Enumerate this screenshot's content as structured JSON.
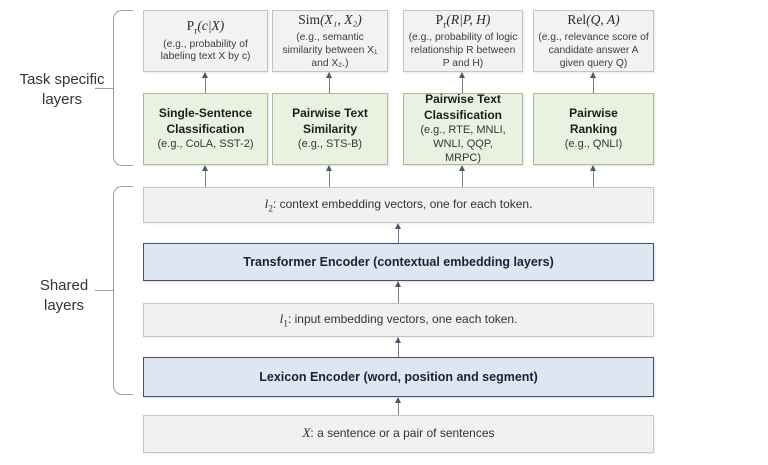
{
  "side_labels": {
    "task_specific": "Task specific layers",
    "shared": "Shared layers"
  },
  "output_heads": [
    {
      "formula_fn": "P",
      "formula_sub": "r",
      "formula_args": "(c|X)",
      "desc": "(e.g., probability of labeling text X by c)"
    },
    {
      "formula_fn": "Sim",
      "formula_sub": "",
      "formula_args": "(X₁, X₂)",
      "desc": "(e.g., semantic similarity between X₁ and X₂.)"
    },
    {
      "formula_fn": "P",
      "formula_sub": "r",
      "formula_args": "(R|P, H)",
      "desc": "(e.g., probability of logic relationship R between P and H)"
    },
    {
      "formula_fn": "Rel",
      "formula_sub": "",
      "formula_args": "(Q, A)",
      "desc": "(e.g., relevance score of candidate answer A given query Q)"
    }
  ],
  "task_layers": [
    {
      "title": "Single-Sentence Classification",
      "examples": "(e.g., CoLA, SST-2)"
    },
    {
      "title": "Pairwise Text Similarity",
      "examples": "(e.g., STS-B)"
    },
    {
      "title": "Pairwise Text Classification",
      "examples": "(e.g., RTE, MNLI, WNLI, QQP, MRPC)"
    },
    {
      "title": "Pairwise Ranking",
      "examples": "(e.g., QNLI)"
    }
  ],
  "shared_layers": {
    "l2": {
      "var": "l",
      "sub": "2",
      "text": ": context embedding vectors, one for each token."
    },
    "transformer": "Transformer Encoder (contextual embedding layers)",
    "l1": {
      "var": "l",
      "sub": "1",
      "text": ": input embedding vectors, one each token."
    },
    "lexicon": "Lexicon Encoder (word, position and segment)",
    "input": {
      "var": "X",
      "sub": "",
      "text": ": a sentence or a pair of sentences"
    }
  },
  "colors": {
    "task_box_fill": "#eaf1e1",
    "task_box_border": "#a6bd97",
    "shared_blue_fill": "#dde6f2",
    "shared_blue_border": "#45536e",
    "gray_box_fill": "#f1f1ef",
    "gray_box_border": "#c6c6c6",
    "arrow": "#4b586c"
  }
}
